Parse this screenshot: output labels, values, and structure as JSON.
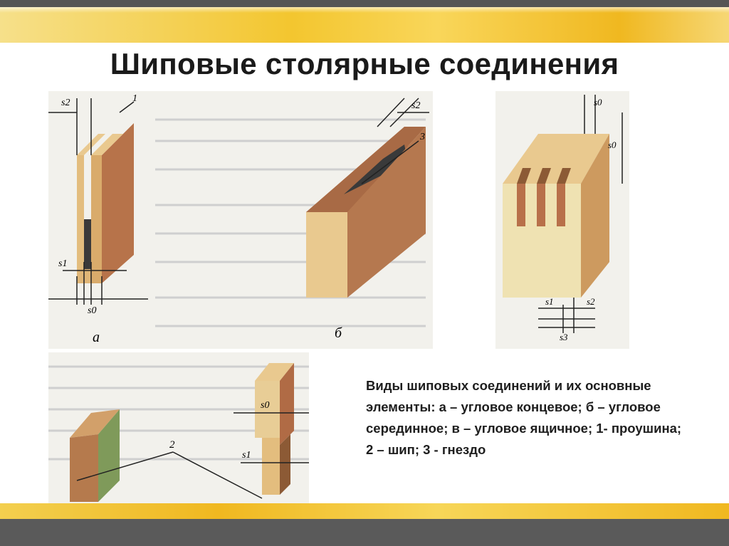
{
  "slide": {
    "title": "Шиповые столярные соединения",
    "caption": "Виды шиповых соединений и их основные элементы: а – угловое концевое; б – угловое серединное; в – угловое ящичное; 1- проушина; 2 – шип; 3 - гнездо"
  },
  "figures": {
    "a": {
      "label": "а",
      "dims": [
        "s2",
        "s1",
        "s0"
      ],
      "marker": "1"
    },
    "b": {
      "label": "б",
      "dims": [
        "s2"
      ],
      "marker": "3"
    },
    "v": {
      "dims": [
        "s0",
        "s0",
        "s1",
        "s2",
        "s3"
      ]
    },
    "g": {
      "dims": [
        "s0",
        "s1"
      ],
      "marker": "2"
    }
  },
  "colors": {
    "accent_gold": "#f0b820",
    "dark_band": "#555555",
    "wood_light": "#e9c98f",
    "wood_face": "#c98a5a",
    "wood_dark": "#8c5a35"
  }
}
